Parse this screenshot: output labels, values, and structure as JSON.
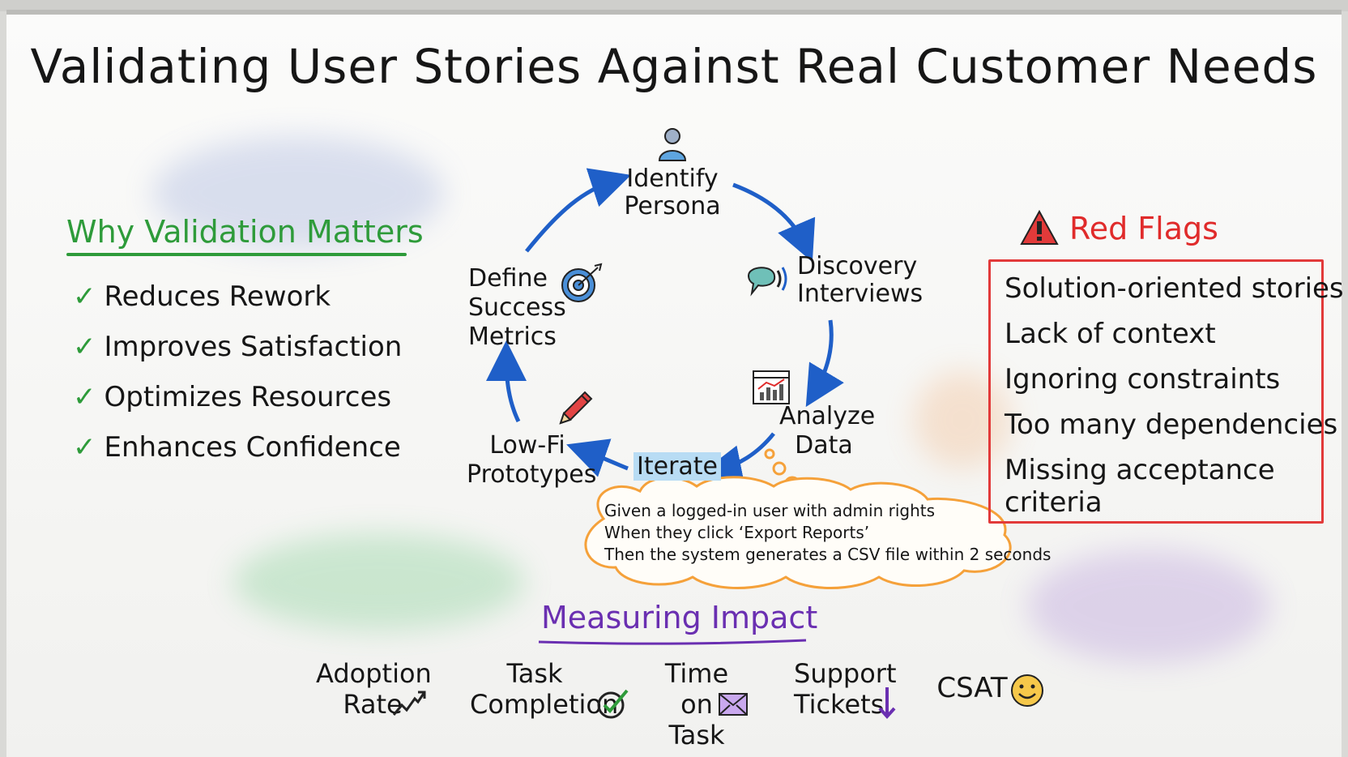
{
  "title": "Validating User Stories Against Real Customer Needs",
  "why": {
    "heading": "Why Validation Matters",
    "items": [
      "Reduces Rework",
      "Improves Satisfaction",
      "Optimizes Resources",
      "Enhances Confidence"
    ],
    "check": "✓"
  },
  "cycle": {
    "persona": [
      "Identify",
      "Persona"
    ],
    "discovery": [
      "Discovery",
      "Interviews"
    ],
    "analyze": [
      "Analyze",
      "Data"
    ],
    "iterate": "Iterate",
    "prototypes": [
      "Low-Fi",
      "Prototypes"
    ],
    "metrics": [
      "Define",
      "Success",
      "Metrics"
    ]
  },
  "example": [
    "Given a logged-in user with admin rights",
    "When they click ‘Export Reports’",
    "Then the system generates a CSV file within 2 seconds"
  ],
  "red_flags": {
    "heading": "Red Flags",
    "items": [
      "Solution-oriented stories",
      "Lack of context",
      "Ignoring constraints",
      "Too many dependencies",
      "Missing acceptance criteria"
    ]
  },
  "impact": {
    "heading": "Measuring Impact",
    "metrics": [
      {
        "l1": "Adoption",
        "l2": "Rate"
      },
      {
        "l1": "Task",
        "l2": "Completion"
      },
      {
        "l1": "Time on",
        "l2": "Task"
      },
      {
        "l1": "Support",
        "l2": "Tickets"
      },
      {
        "l1": "CSAT",
        "l2": ""
      }
    ]
  },
  "colors": {
    "green": "#2e9b3a",
    "red": "#e02b2b",
    "blue": "#1f5fc8",
    "purple": "#6a2fb1",
    "orange": "#f5a13a",
    "teal": "#3aa7a0"
  },
  "icons": [
    "person-icon",
    "speech-icon",
    "chart-icon",
    "pencil-icon",
    "target-icon",
    "warning-icon",
    "trend-up-icon",
    "check-circle-icon",
    "envelope-icon",
    "arrow-down-icon",
    "smiley-icon"
  ]
}
